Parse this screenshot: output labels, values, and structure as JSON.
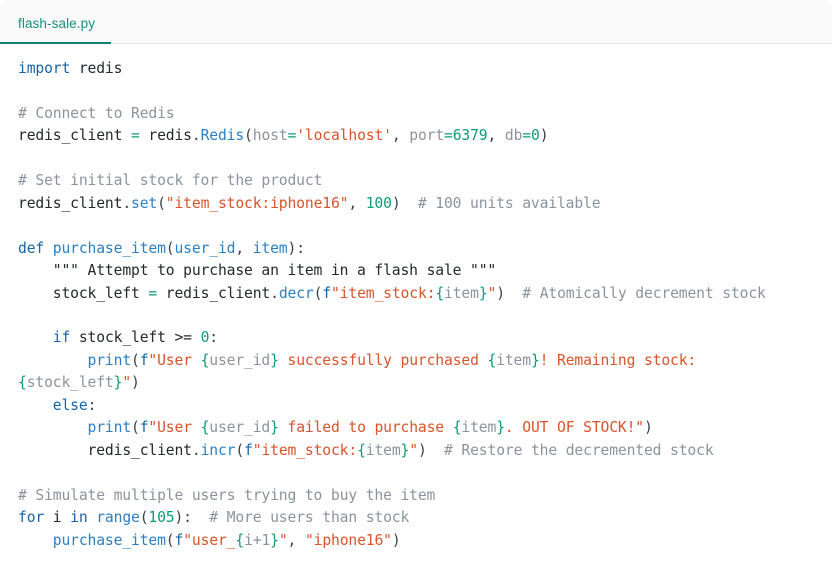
{
  "window": {
    "background_color": "#ffffff",
    "top_strip_color": "#e4f1ec"
  },
  "tabbar": {
    "background_color": "#fafafa",
    "active_underline_color": "#0e8074",
    "tabs": [
      {
        "label": "flash-sale.py",
        "active": true
      }
    ]
  },
  "editor": {
    "language": "python",
    "filename": "flash-sale.py",
    "theme_colors": {
      "keyword": "#1565a8",
      "function": "#2b7fc4",
      "number": "#0d9b76",
      "string": "#d9542b",
      "comment": "#8b949e",
      "plain": "#24292e",
      "interpolation_brace": "#0d9b76"
    },
    "code_lines": [
      "import redis",
      "",
      "# Connect to Redis",
      "redis_client = redis.Redis(host='localhost', port=6379, db=0)",
      "",
      "# Set initial stock for the product",
      "redis_client.set(\"item_stock:iphone16\", 100)  # 100 units available",
      "",
      "def purchase_item(user_id, item):",
      "    \"\"\" Attempt to purchase an item in a flash sale \"\"\"",
      "    stock_left = redis_client.decr(f\"item_stock:{item}\")  # Atomically decrement stock",
      "",
      "    if stock_left >= 0:",
      "        print(f\"User {user_id} successfully purchased {item}! Remaining stock: {stock_left}\")",
      "    else:",
      "        print(f\"User {user_id} failed to purchase {item}. OUT OF STOCK!\")",
      "        redis_client.incr(f\"item_stock:{item}\")  # Restore the decremented stock",
      "",
      "# Simulate multiple users trying to buy the item",
      "for i in range(105):  # More users than stock",
      "    purchase_item(f\"user_{i+1}\", \"iphone16\")"
    ],
    "tokens": {
      "l1_kw_import": "import",
      "l1_mod": " redis",
      "l3_comment": "# Connect to Redis",
      "l4_name": "redis_client ",
      "l4_eq": "=",
      "l4_mod": " redis",
      "l4_dot": ".",
      "l4_cls": "Redis",
      "l4_open": "(",
      "l4_host": "host",
      "l4_eq2": "=",
      "l4_host_val": "'localhost'",
      "l4_comma1": ", ",
      "l4_port": "port",
      "l4_eq3": "=",
      "l4_port_val": "6379",
      "l4_comma2": ", ",
      "l4_db": "db",
      "l4_eq4": "=",
      "l4_db_val": "0",
      "l4_close": ")",
      "l6_comment": "# Set initial stock for the product",
      "l7_obj": "redis_client",
      "l7_dot": ".",
      "l7_method": "set",
      "l7_open": "(",
      "l7_str": "\"item_stock:iphone16\"",
      "l7_comma": ", ",
      "l7_num": "100",
      "l7_close": ")",
      "l7_comment": "  # 100 units available",
      "l9_kw_def": "def",
      "l9_fname": " purchase_item",
      "l9_open": "(",
      "l9_p1": "user_id",
      "l9_comma": ", ",
      "l9_p2": "item",
      "l9_close": "):",
      "l10_doc": "    \"\"\" Attempt to purchase an item in a flash sale \"\"\"",
      "l11_indent": "    ",
      "l11_name": "stock_left ",
      "l11_eq": "=",
      "l11_obj": " redis_client",
      "l11_dot": ".",
      "l11_method": "decr",
      "l11_open": "(",
      "l11_f": "f",
      "l11_str1": "\"item_stock:",
      "l11_brace_o": "{",
      "l11_interp": "item",
      "l11_brace_c": "}",
      "l11_str2": "\"",
      "l11_close": ")",
      "l11_comment": "  # Atomically decrement stock",
      "l13_indent": "    ",
      "l13_kw_if": "if",
      "l13_name": " stock_left ",
      "l13_op": ">=",
      "l13_num": " 0",
      "l13_colon": ":",
      "l14_indent": "        ",
      "l14_fn": "print",
      "l14_open": "(",
      "l14_f": "f",
      "l14_s1": "\"User ",
      "l14_b1o": "{",
      "l14_i1": "user_id",
      "l14_b1c": "}",
      "l14_s2": " successfully purchased ",
      "l14_b2o": "{",
      "l14_i2": "item",
      "l14_b2c": "}",
      "l14_s3": "! Remaining stock: ",
      "l14_b3o": "{",
      "l14_i3": "stock_left",
      "l14_b3c": "}",
      "l14_s4": "\"",
      "l14_close": ")",
      "l15_indent": "    ",
      "l15_kw_else": "else",
      "l15_colon": ":",
      "l16_indent": "        ",
      "l16_fn": "print",
      "l16_open": "(",
      "l16_f": "f",
      "l16_s1": "\"User ",
      "l16_b1o": "{",
      "l16_i1": "user_id",
      "l16_b1c": "}",
      "l16_s2": " failed to purchase ",
      "l16_b2o": "{",
      "l16_i2": "item",
      "l16_b2c": "}",
      "l16_s3": ". OUT OF STOCK!\"",
      "l16_close": ")",
      "l17_indent": "        ",
      "l17_obj": "redis_client",
      "l17_dot": ".",
      "l17_method": "incr",
      "l17_open": "(",
      "l17_f": "f",
      "l17_s1": "\"item_stock:",
      "l17_bo": "{",
      "l17_i": "item",
      "l17_bc": "}",
      "l17_s2": "\"",
      "l17_close": ")",
      "l17_comment": "  # Restore the decremented stock",
      "l19_comment": "# Simulate multiple users trying to buy the item",
      "l20_kw_for": "for",
      "l20_var": " i ",
      "l20_kw_in": "in",
      "l20_fn": " range",
      "l20_open": "(",
      "l20_num": "105",
      "l20_close": "):",
      "l20_comment": "  # More users than stock",
      "l21_indent": "    ",
      "l21_fn": "purchase_item",
      "l21_open": "(",
      "l21_f": "f",
      "l21_s1": "\"user_",
      "l21_bo": "{",
      "l21_i": "i+1",
      "l21_bc": "}",
      "l21_s2": "\"",
      "l21_comma": ", ",
      "l21_s3": "\"iphone16\"",
      "l21_close": ")"
    }
  }
}
